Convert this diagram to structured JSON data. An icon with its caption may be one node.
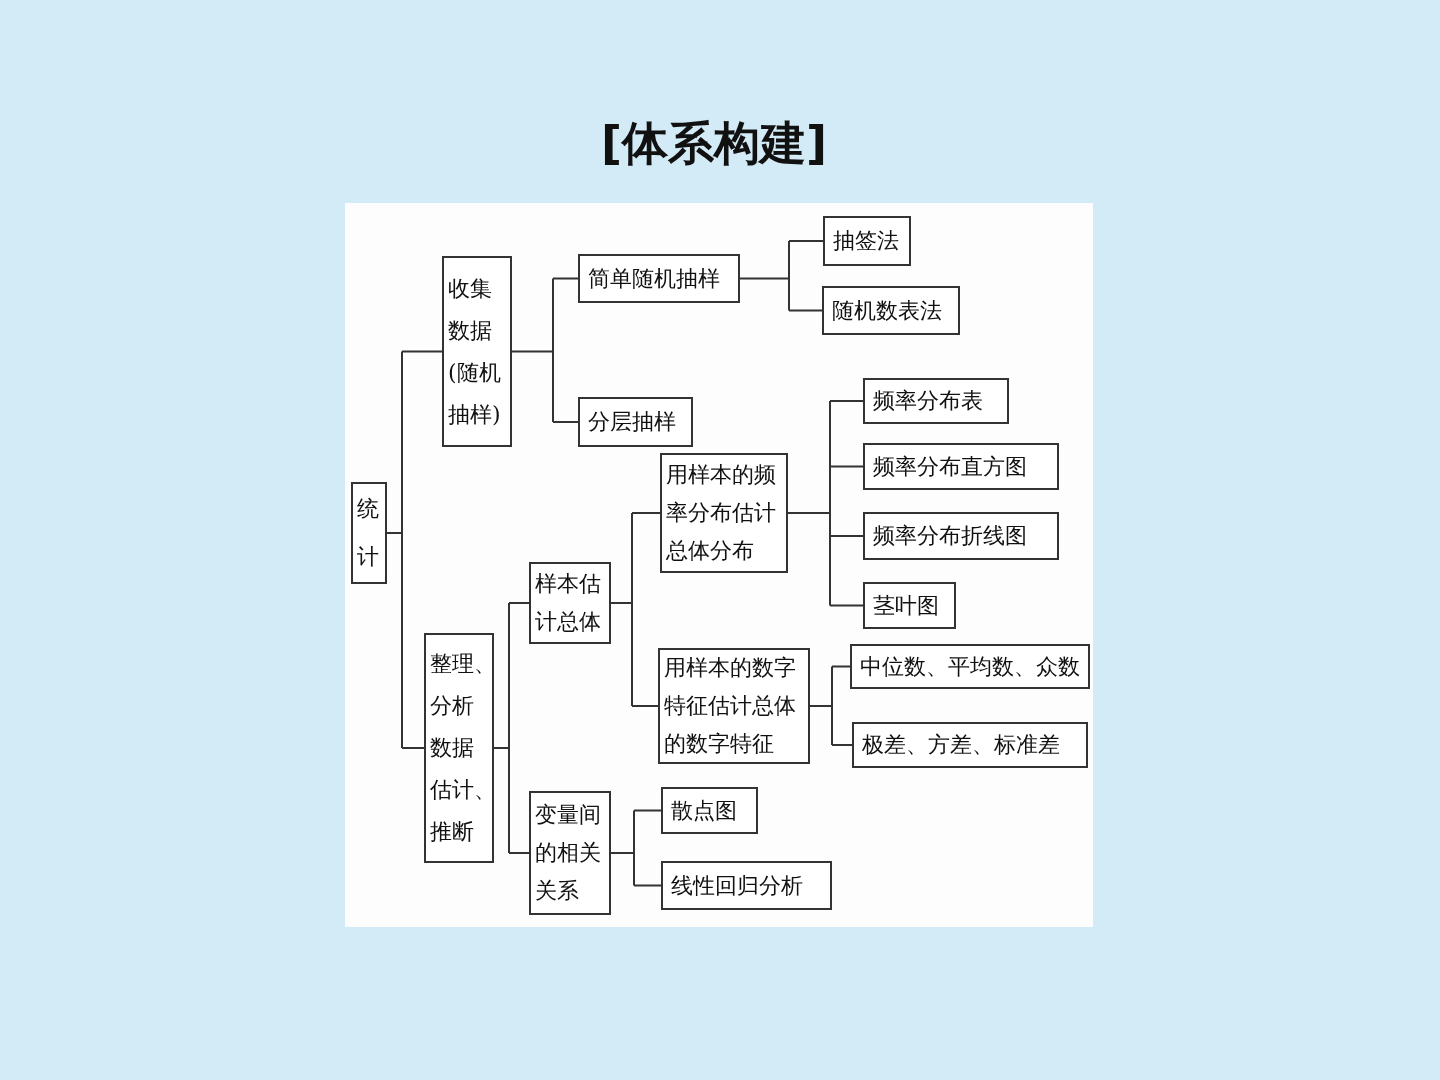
{
  "diagram": {
    "title": "[体系构建]",
    "nodes": [
      {
        "text": [
          "统计"
        ]
      },
      {
        "text": [
          "收集数据(随机抽样)"
        ]
      },
      {
        "text": [
          "简单随机抽样"
        ]
      },
      {
        "text": [
          "抽签法"
        ]
      },
      {
        "text": [
          "随机数表法"
        ]
      },
      {
        "text": [
          "分层抽样"
        ]
      },
      {
        "text": [
          "整理、分析数据估计、推断"
        ]
      },
      {
        "text": [
          "样本估计总体"
        ]
      },
      {
        "text": [
          "用样本的频率分布估计总体分布"
        ]
      },
      {
        "text": [
          "频率分布表"
        ]
      },
      {
        "text": [
          "频率分布直方图"
        ]
      },
      {
        "text": [
          "频率分布折线图"
        ]
      },
      {
        "text": [
          "茎叶图"
        ]
      },
      {
        "text": [
          "用样本的数字特征估计总体的数字特征"
        ]
      },
      {
        "text": [
          "中位数、平均数、众数"
        ]
      },
      {
        "text": [
          "极差、方差、标准差"
        ]
      },
      {
        "text": [
          "变量间的相关关系"
        ]
      },
      {
        "text": [
          "散点图"
        ]
      },
      {
        "text": [
          "线性回归分析"
        ]
      }
    ],
    "edges": [
      {
        "from": 0,
        "to": 1,
        "arrow": "none"
      },
      {
        "from": 0,
        "to": 6,
        "arrow": "none"
      },
      {
        "from": 1,
        "to": 2,
        "arrow": "none"
      },
      {
        "from": 1,
        "to": 5,
        "arrow": "none"
      },
      {
        "from": 2,
        "to": 3,
        "arrow": "none"
      },
      {
        "from": 2,
        "to": 4,
        "arrow": "none"
      },
      {
        "from": 6,
        "to": 7,
        "arrow": "none"
      },
      {
        "from": 6,
        "to": 16,
        "arrow": "none"
      },
      {
        "from": 7,
        "to": 8,
        "arrow": "none"
      },
      {
        "from": 7,
        "to": 13,
        "arrow": "none"
      },
      {
        "from": 8,
        "to": 9,
        "arrow": "none"
      },
      {
        "from": 8,
        "to": 10,
        "arrow": "none"
      },
      {
        "from": 8,
        "to": 11,
        "arrow": "none"
      },
      {
        "from": 8,
        "to": 12,
        "arrow": "none"
      },
      {
        "from": 13,
        "to": 14,
        "arrow": "none"
      },
      {
        "from": 13,
        "to": 15,
        "arrow": "none"
      },
      {
        "from": 16,
        "to": 17,
        "arrow": "none"
      },
      {
        "from": 16,
        "to": 18,
        "arrow": "none"
      }
    ]
  }
}
